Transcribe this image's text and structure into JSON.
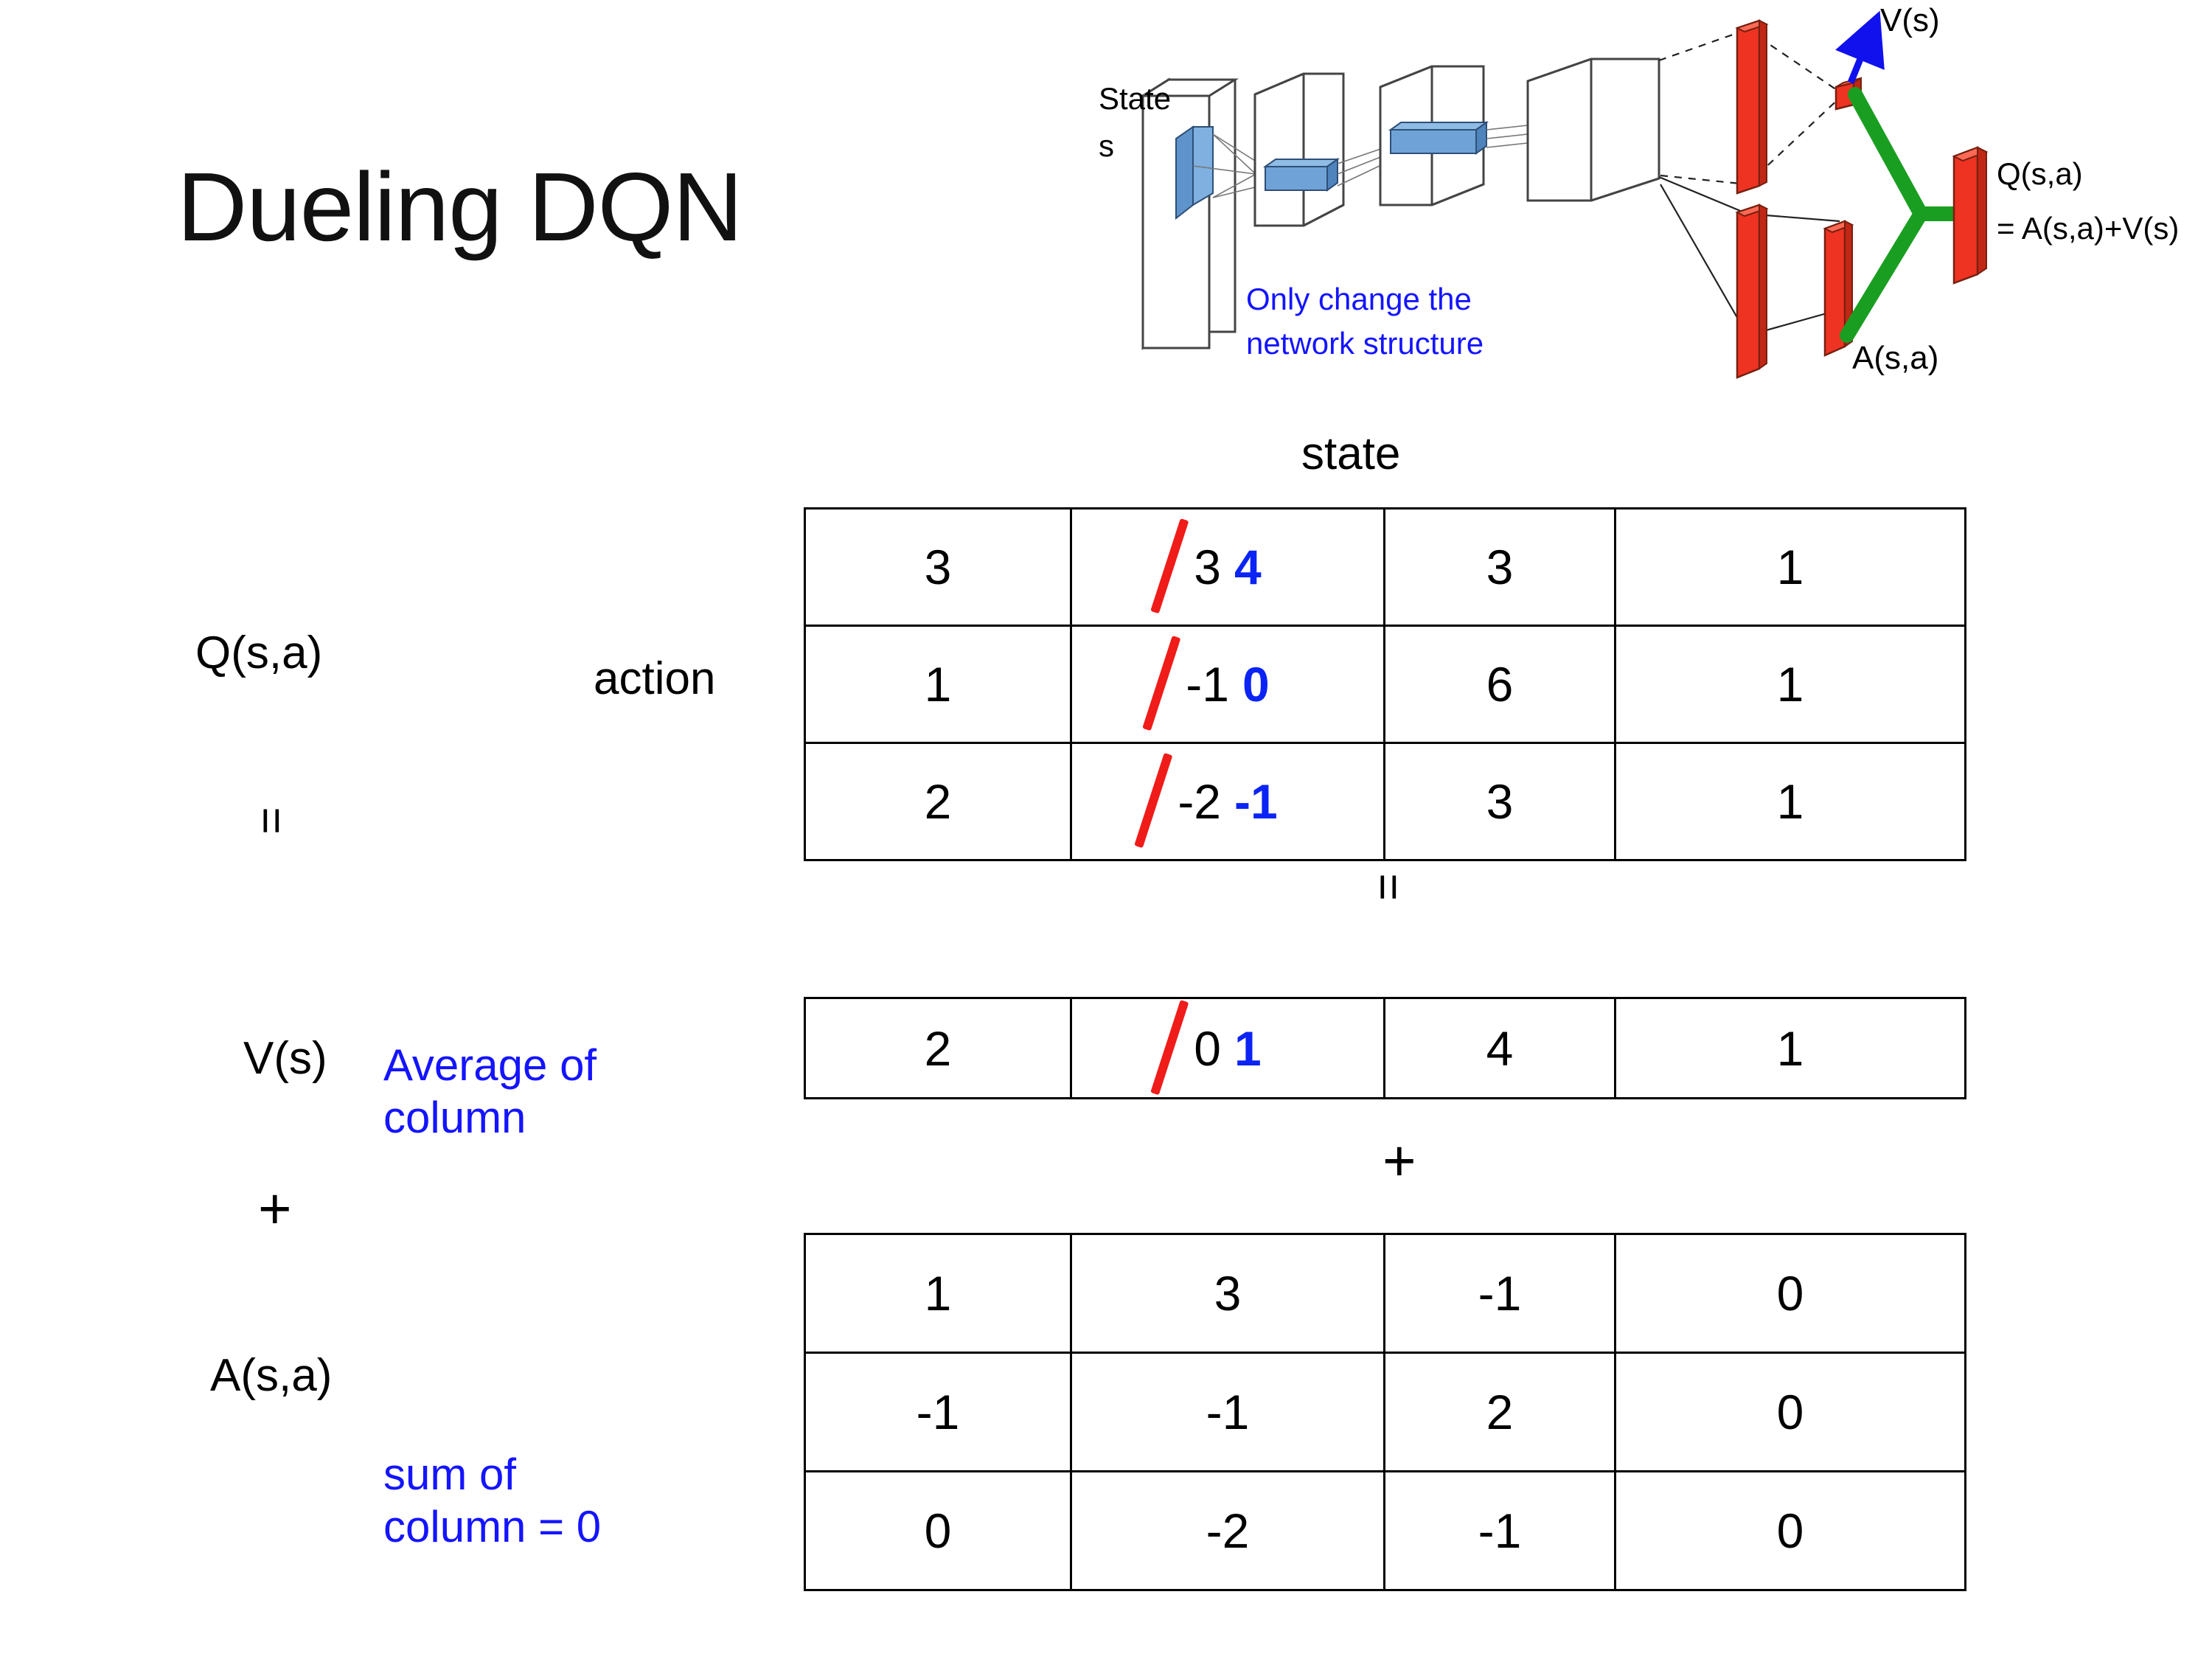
{
  "slide": {
    "title": "Dueling DQN"
  },
  "axis_labels": {
    "rows": "action",
    "columns": "state"
  },
  "operators": {
    "equals": "=",
    "plus": "+"
  },
  "sections": {
    "q": {
      "label": "Q(s,a)"
    },
    "v": {
      "label": "V(s)",
      "note": "Average of\ncolumn"
    },
    "a": {
      "label": "A(s,a)",
      "note": "sum of\ncolumn = 0"
    }
  },
  "tables": {
    "q": {
      "name": "Q(s,a)",
      "rows": [
        [
          {
            "value": "3"
          },
          {
            "old": "3",
            "new": "4",
            "struck": true
          },
          {
            "value": "3"
          },
          {
            "value": "1"
          }
        ],
        [
          {
            "value": "1"
          },
          {
            "old": "-1",
            "new": "0",
            "struck": true
          },
          {
            "value": "6"
          },
          {
            "value": "1"
          }
        ],
        [
          {
            "value": "2"
          },
          {
            "old": "-2",
            "new": "-1",
            "struck": true
          },
          {
            "value": "3"
          },
          {
            "value": "1"
          }
        ]
      ]
    },
    "v": {
      "name": "V(s)",
      "rows": [
        [
          {
            "value": "2"
          },
          {
            "old": "0",
            "new": "1",
            "struck": true
          },
          {
            "value": "4"
          },
          {
            "value": "1"
          }
        ]
      ]
    },
    "a": {
      "name": "A(s,a)",
      "rows": [
        [
          {
            "value": "1"
          },
          {
            "value": "3"
          },
          {
            "value": "-1"
          },
          {
            "value": "0"
          }
        ],
        [
          {
            "value": "-1"
          },
          {
            "value": "-1"
          },
          {
            "value": "2"
          },
          {
            "value": "0"
          }
        ],
        [
          {
            "value": "0"
          },
          {
            "value": "-2"
          },
          {
            "value": "-1"
          },
          {
            "value": "0"
          }
        ]
      ]
    }
  },
  "diagram": {
    "input_label_line1": "State",
    "input_label_line2": "s",
    "annotation": "Only change the\nnetwork structure",
    "annotation_line1": "Only change the",
    "annotation_line2": "network structure",
    "value_stream_label": "V(s)",
    "advantage_stream_label": "A(s,a)",
    "output_label_line1": "Q(s,a)",
    "output_label_line2": "= A(s,a)+V(s)"
  },
  "colors": {
    "blue_note": "#1414ff",
    "edit_blue": "#0b24f5",
    "strike_red": "#ef1c19",
    "bar_red": "#ee3322",
    "merge_green": "#1a9e21",
    "arrow_blue": "#1111ee",
    "conv_blue": "#6fa3d8",
    "background": "#ffffff"
  }
}
